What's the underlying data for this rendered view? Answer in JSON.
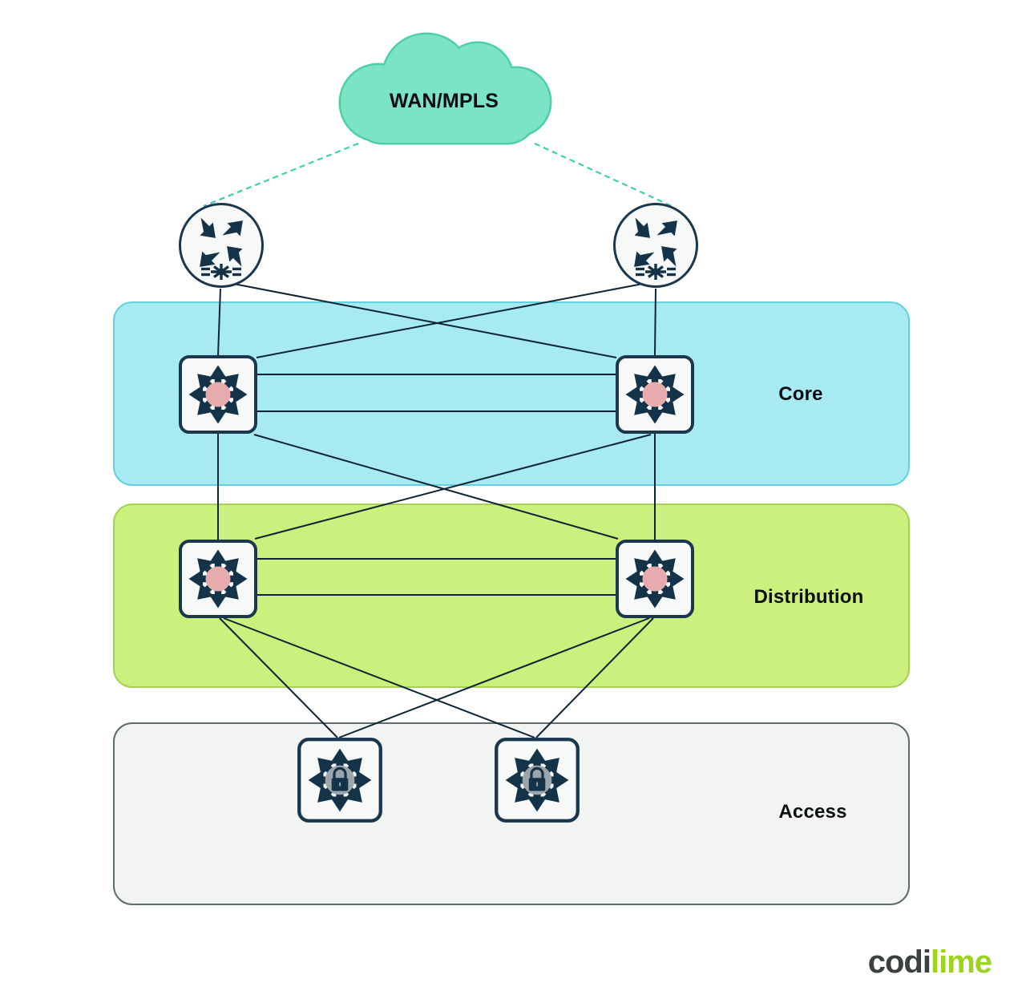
{
  "diagram": {
    "cloud": {
      "label": "WAN/MPLS",
      "fill": "#7be4c5",
      "border": "#4ccfa8"
    },
    "layers": [
      {
        "label": "Core",
        "fill": "#a7eaf2",
        "border": "#63d0e0"
      },
      {
        "label": "Distribution",
        "fill": "#ccf07d",
        "border": "#a5d254"
      },
      {
        "label": "Access",
        "fill": "#f2f3f3",
        "border": "#5d6c70"
      }
    ],
    "nodes": {
      "wan_routers": [
        {
          "icon": "wan-router-icon"
        },
        {
          "icon": "wan-router-icon"
        }
      ],
      "core_switches": [
        {
          "icon": "multilayer-switch-icon"
        },
        {
          "icon": "multilayer-switch-icon"
        }
      ],
      "distribution_switches": [
        {
          "icon": "multilayer-switch-icon"
        },
        {
          "icon": "multilayer-switch-icon"
        }
      ],
      "access_switches": [
        {
          "icon": "secure-switch-icon"
        },
        {
          "icon": "secure-switch-icon"
        }
      ]
    },
    "links": {
      "solid_color": "#0d2433",
      "dashed_color": "#3fd0a6",
      "icon_ink_color": "#143349",
      "node_fill": "#f7f8f8",
      "switch_center_color": "#e7abad",
      "lock_circle_color": "#9aa6ab"
    }
  },
  "logo": {
    "prefix": "codi",
    "suffix": "lime",
    "prefix_color": "#3a4140",
    "suffix_color": "#9cd41c"
  }
}
